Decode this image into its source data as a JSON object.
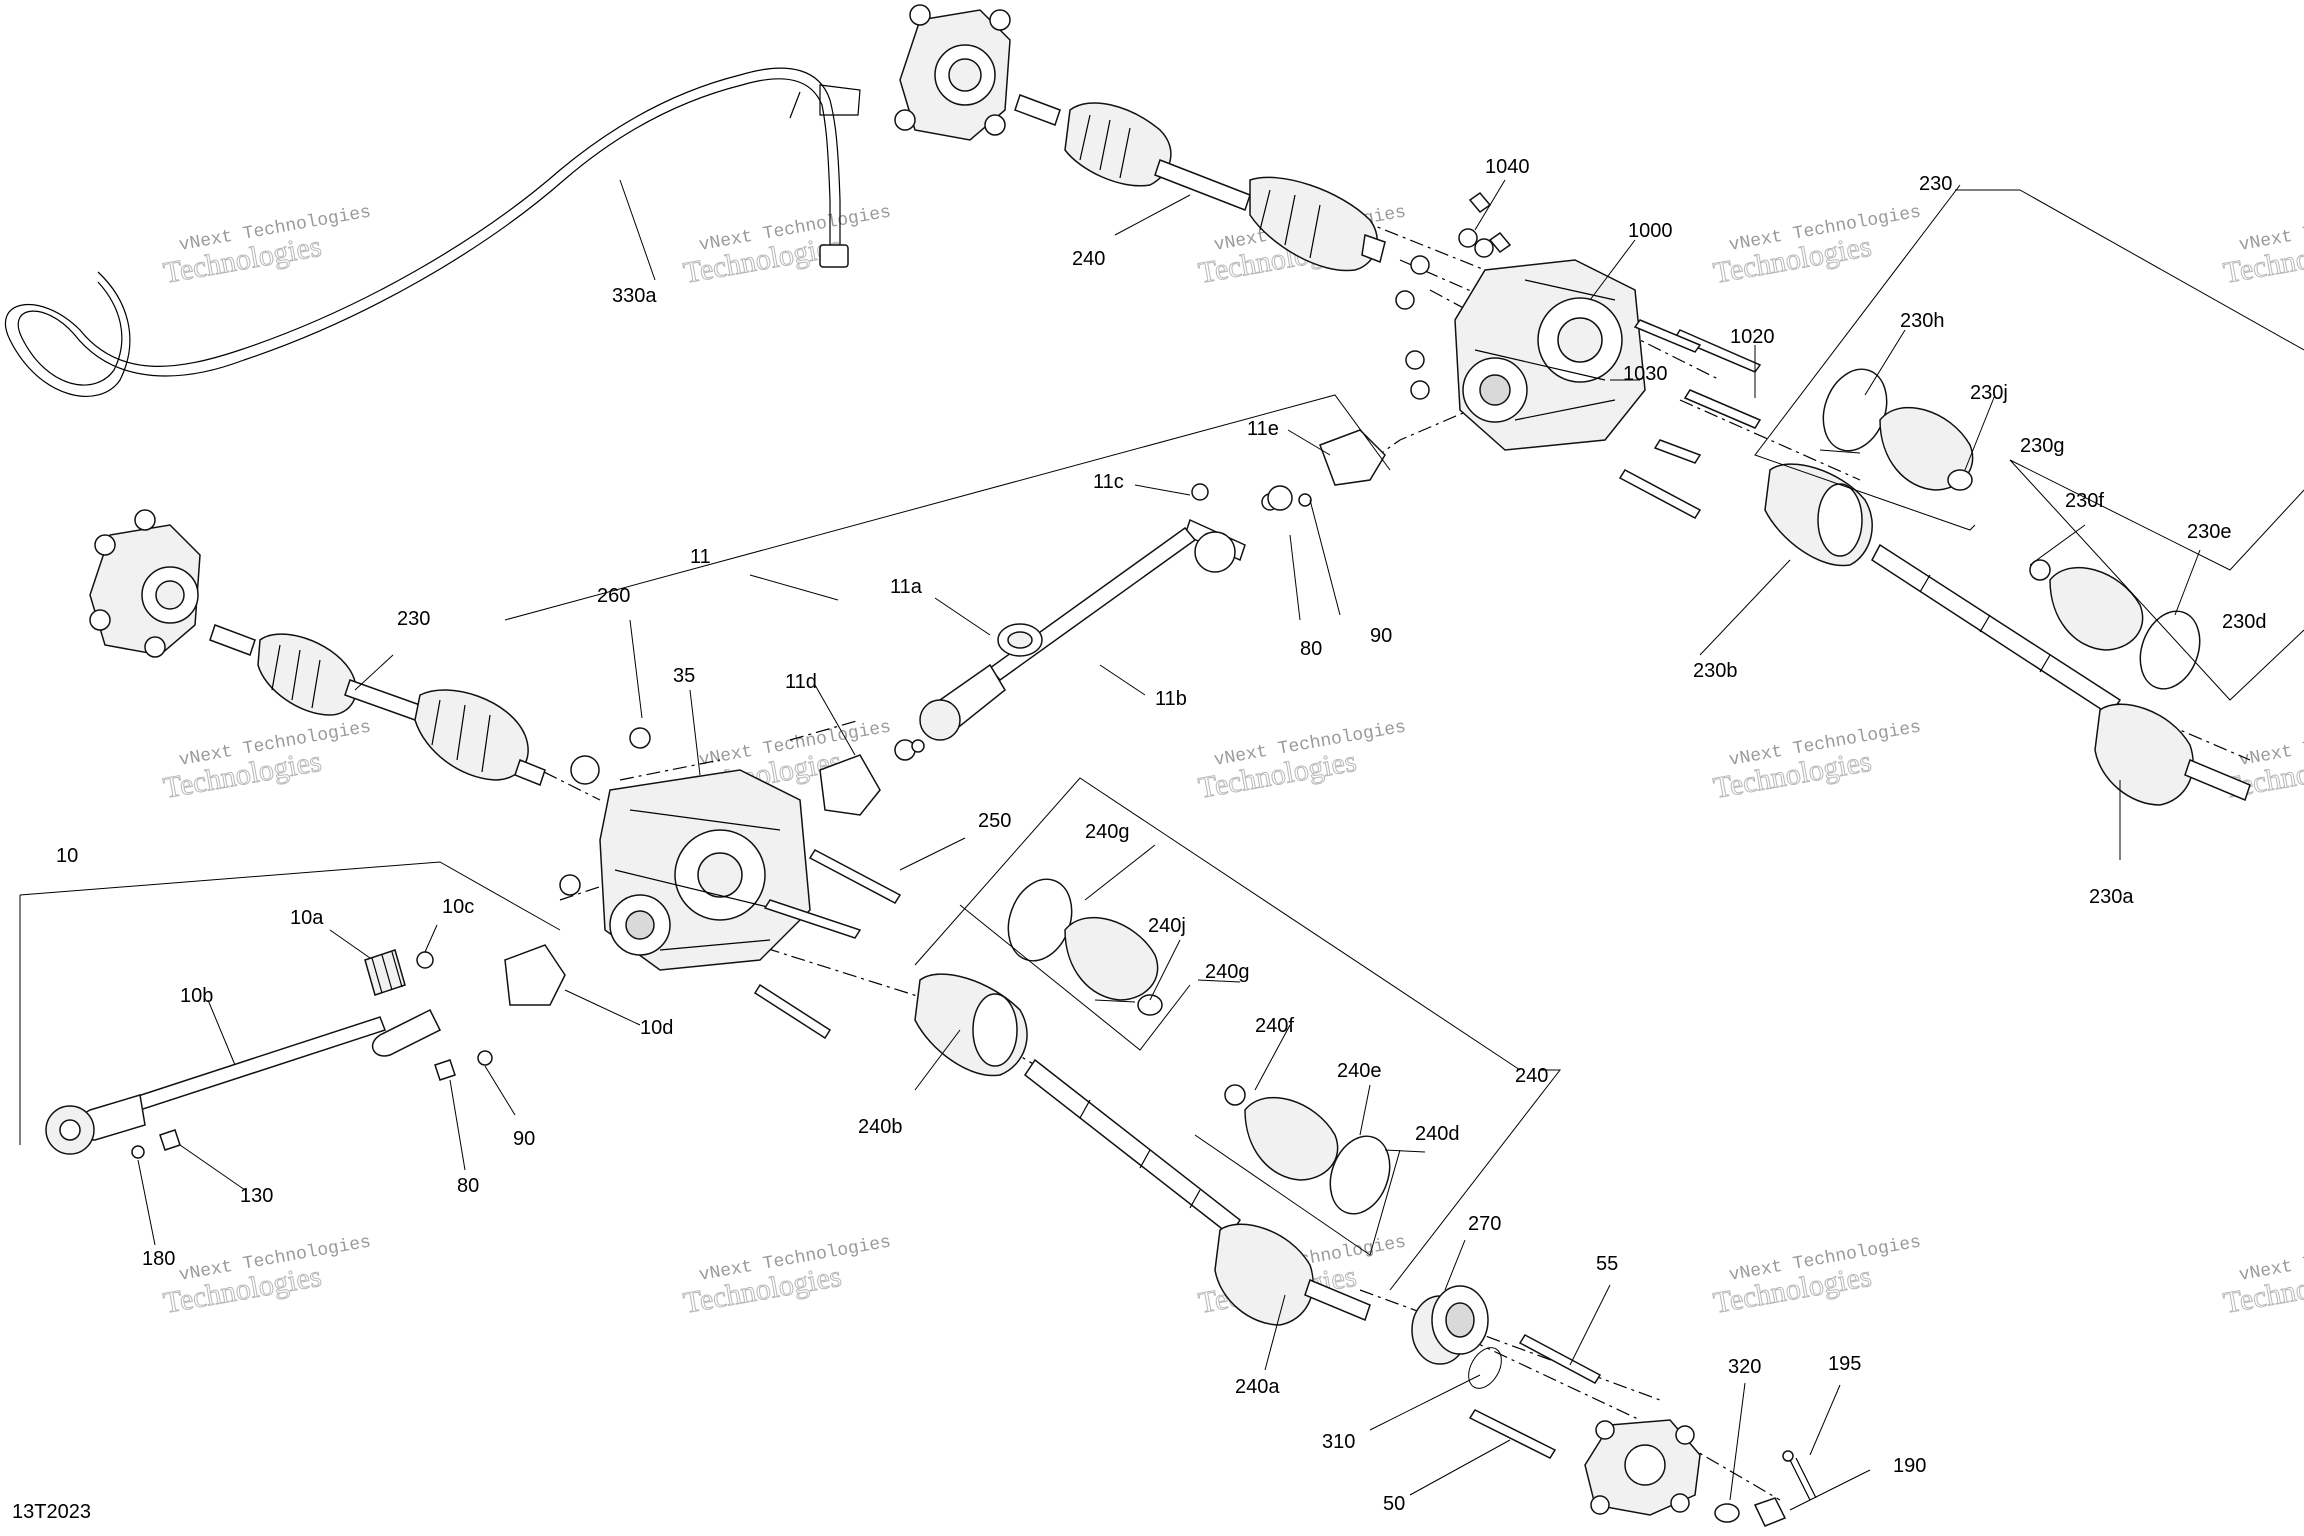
{
  "diagram_ref": "13T2023",
  "watermark": {
    "line1": "vNext Technologies",
    "line2": "Technologies"
  },
  "labels": {
    "l330a": "330a",
    "l240_top": "240",
    "l1040": "1040",
    "l1000": "1000",
    "l1020": "1020",
    "l1030": "1030",
    "l230_top": "230",
    "l230h": "230h",
    "l230j": "230j",
    "l230g": "230g",
    "l230f": "230f",
    "l230e": "230e",
    "l230d": "230d",
    "l230b": "230b",
    "l230a": "230a",
    "l11e": "11e",
    "l11c": "11c",
    "l11a": "11a",
    "l11": "11",
    "l11b": "11b",
    "l11d": "11d",
    "l80_top": "80",
    "l90_top": "90",
    "l260": "260",
    "l35": "35",
    "l230_left": "230",
    "l250": "250",
    "l10": "10",
    "l10a": "10a",
    "l10c": "10c",
    "l10b": "10b",
    "l10d": "10d",
    "l90_bot": "90",
    "l80_bot": "80",
    "l130": "130",
    "l180": "180",
    "l240g_a": "240g",
    "l240j": "240j",
    "l240g_b": "240g",
    "l240f": "240f",
    "l240e": "240e",
    "l240d": "240d",
    "l240_right": "240",
    "l240b": "240b",
    "l240a": "240a",
    "l270": "270",
    "l55": "55",
    "l310": "310",
    "l50": "50",
    "l320": "320",
    "l195": "195",
    "l190": "190"
  },
  "icons": [
    "cv-axle-shaft",
    "front-differential-housing",
    "rear-differential-housing",
    "propeller-shaft",
    "universal-joint-yoke",
    "wheel-hub",
    "bearing",
    "boot-clamp",
    "bolt",
    "nut",
    "washer",
    "cotter-pin",
    "vent-hose"
  ]
}
